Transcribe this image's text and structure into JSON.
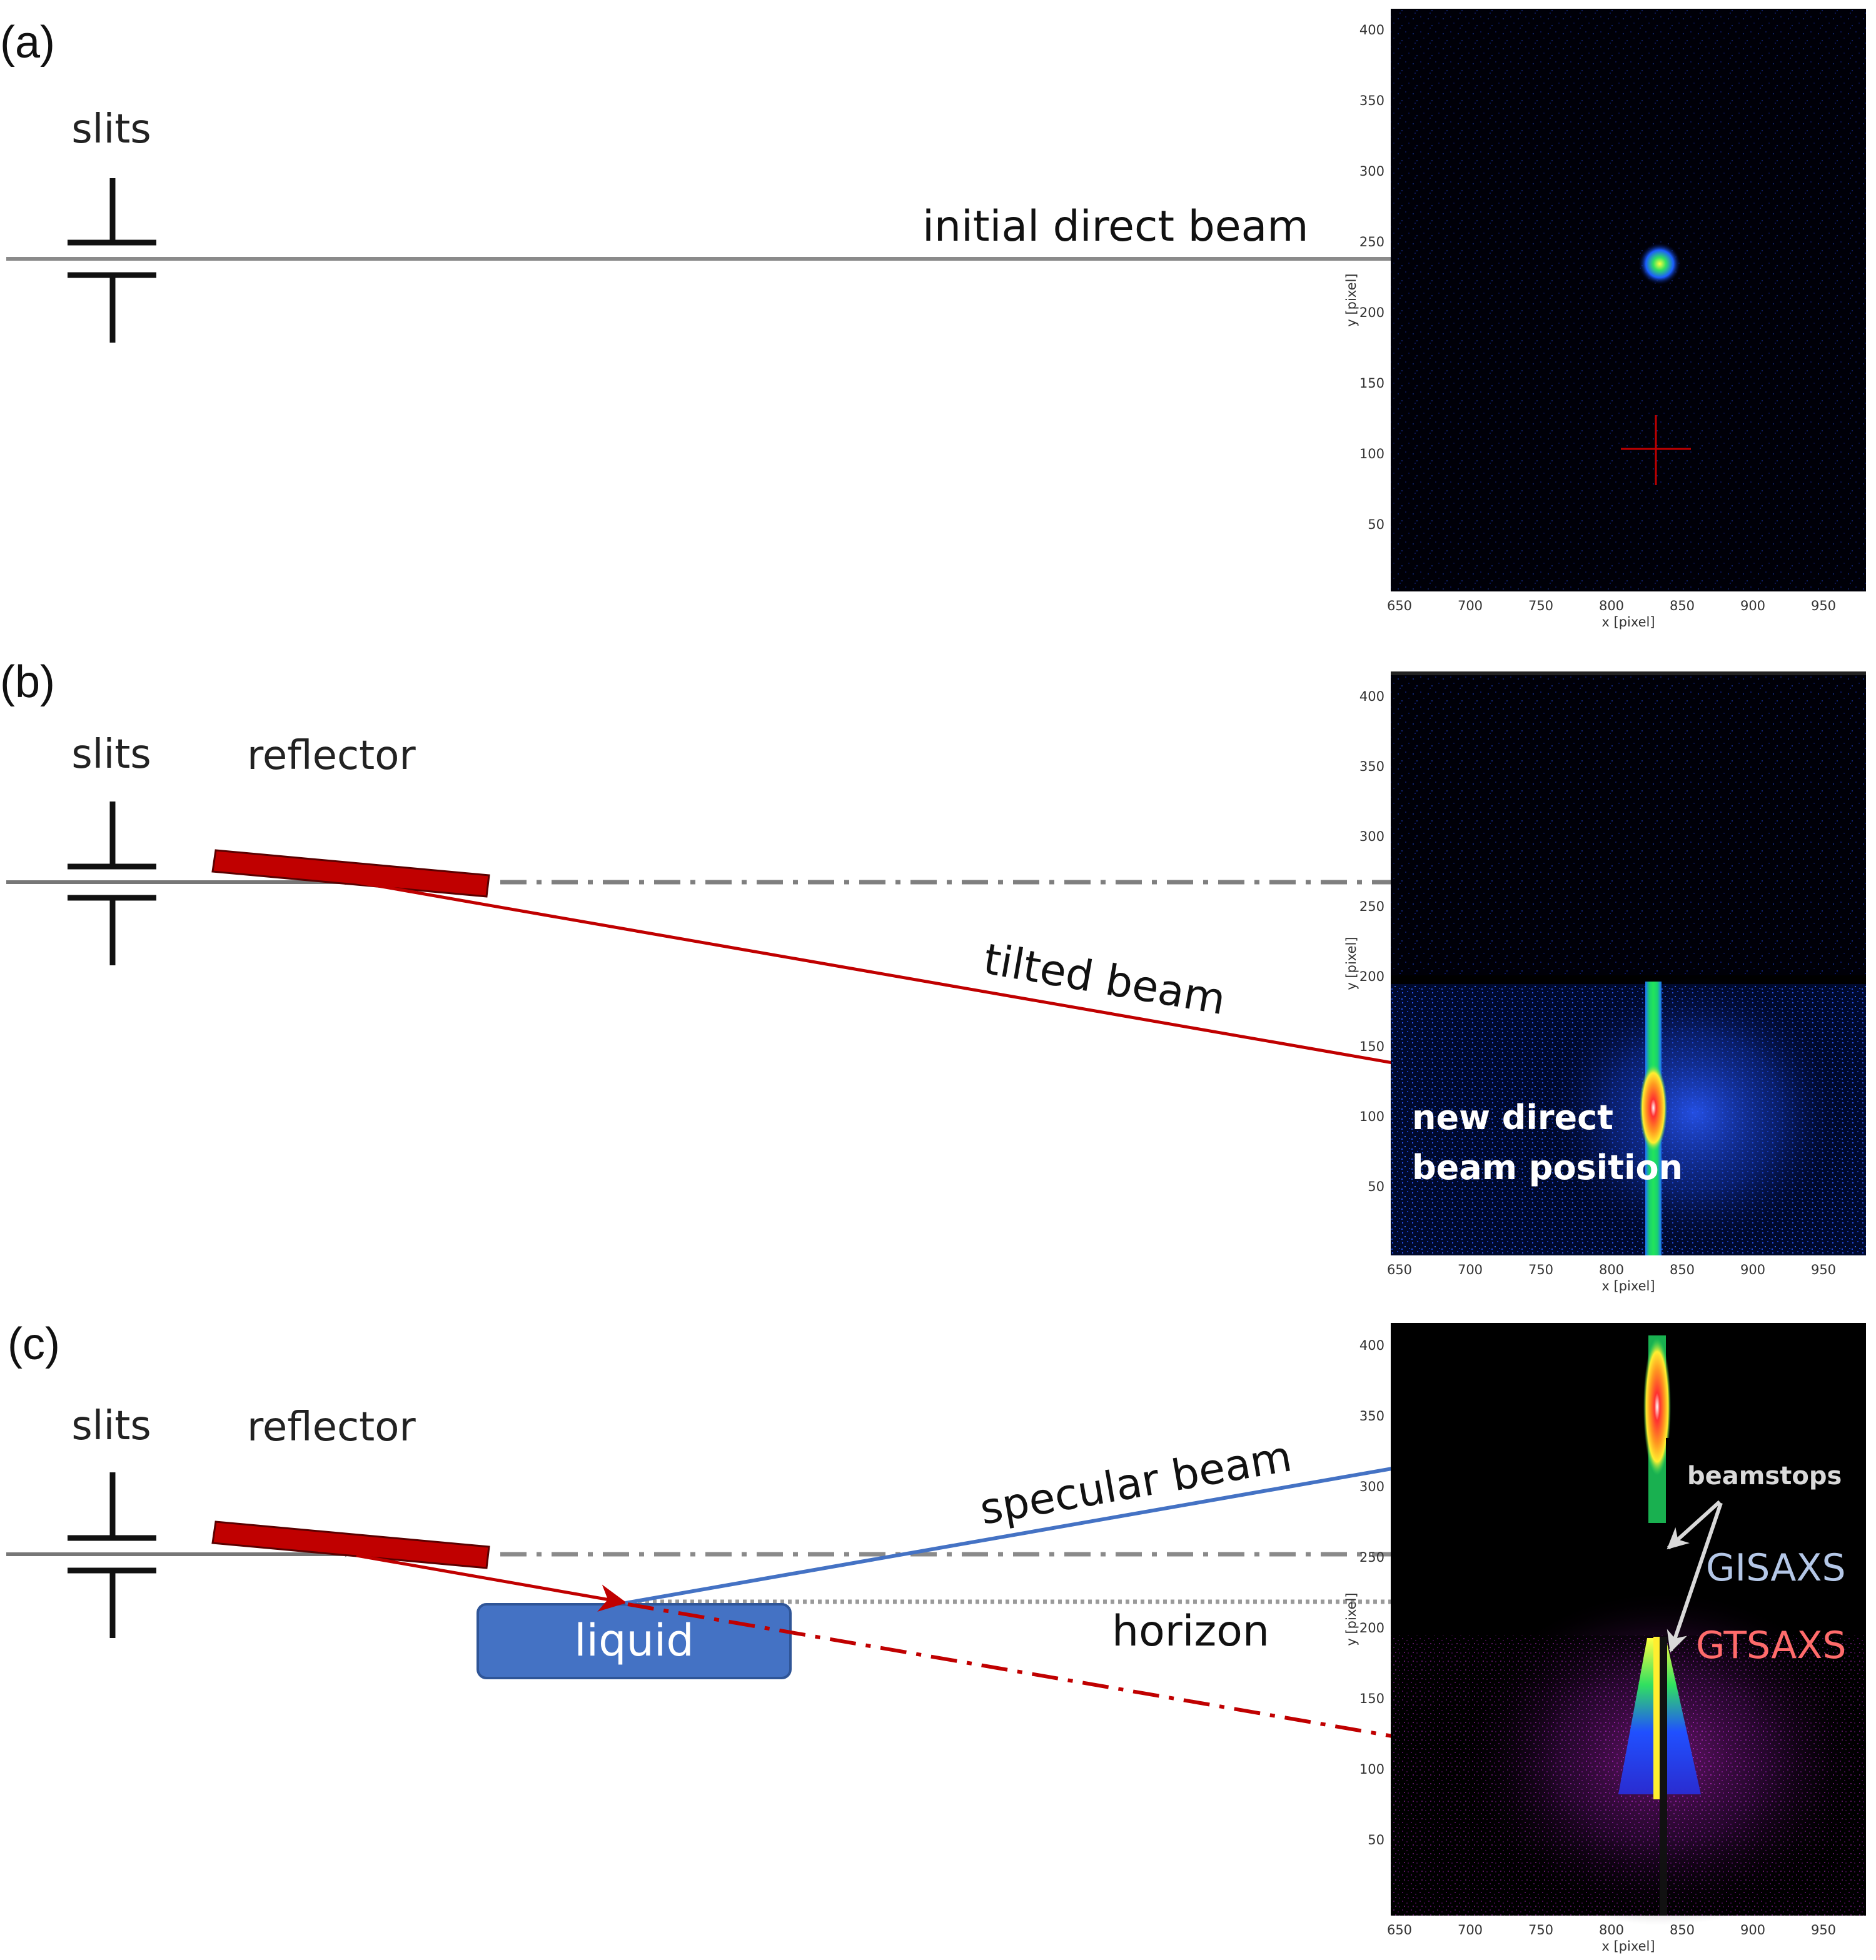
{
  "panels": [
    {
      "label": "(a)",
      "slits_label": "slits",
      "beam_label": "initial direct beam"
    },
    {
      "label": "(b)",
      "slits_label": "slits",
      "reflector_label": "reflector",
      "beam_label": "tilted beam",
      "detector_text": [
        "new direct",
        "beam position"
      ]
    },
    {
      "label": "(c)",
      "slits_label": "slits",
      "reflector_label": "reflector",
      "specular_label": "specular beam",
      "liquid_label": "liquid",
      "horizon_label": "horizon",
      "beamstops_label": "beamstops",
      "gisaxs_label": "GISAXS",
      "gtsaxs_label": "GTSAXS"
    }
  ],
  "detector_axes": {
    "x_ticks": [
      "650",
      "700",
      "750",
      "800",
      "850",
      "900",
      "950"
    ],
    "y_ticks": [
      "400",
      "350",
      "300",
      "250",
      "200",
      "150",
      "100",
      "50"
    ],
    "x_title": "x [pixel]",
    "y_title": "y [pixel]"
  },
  "colors": {
    "reflector": "#c00000",
    "tilted_beam": "#c00000",
    "specular_beam": "#4472c4",
    "liquid": "#4472c4",
    "direct_beam": "#7f7f7f",
    "gisaxs": "#b4c7e7",
    "gtsaxs": "#ff6b6b"
  }
}
